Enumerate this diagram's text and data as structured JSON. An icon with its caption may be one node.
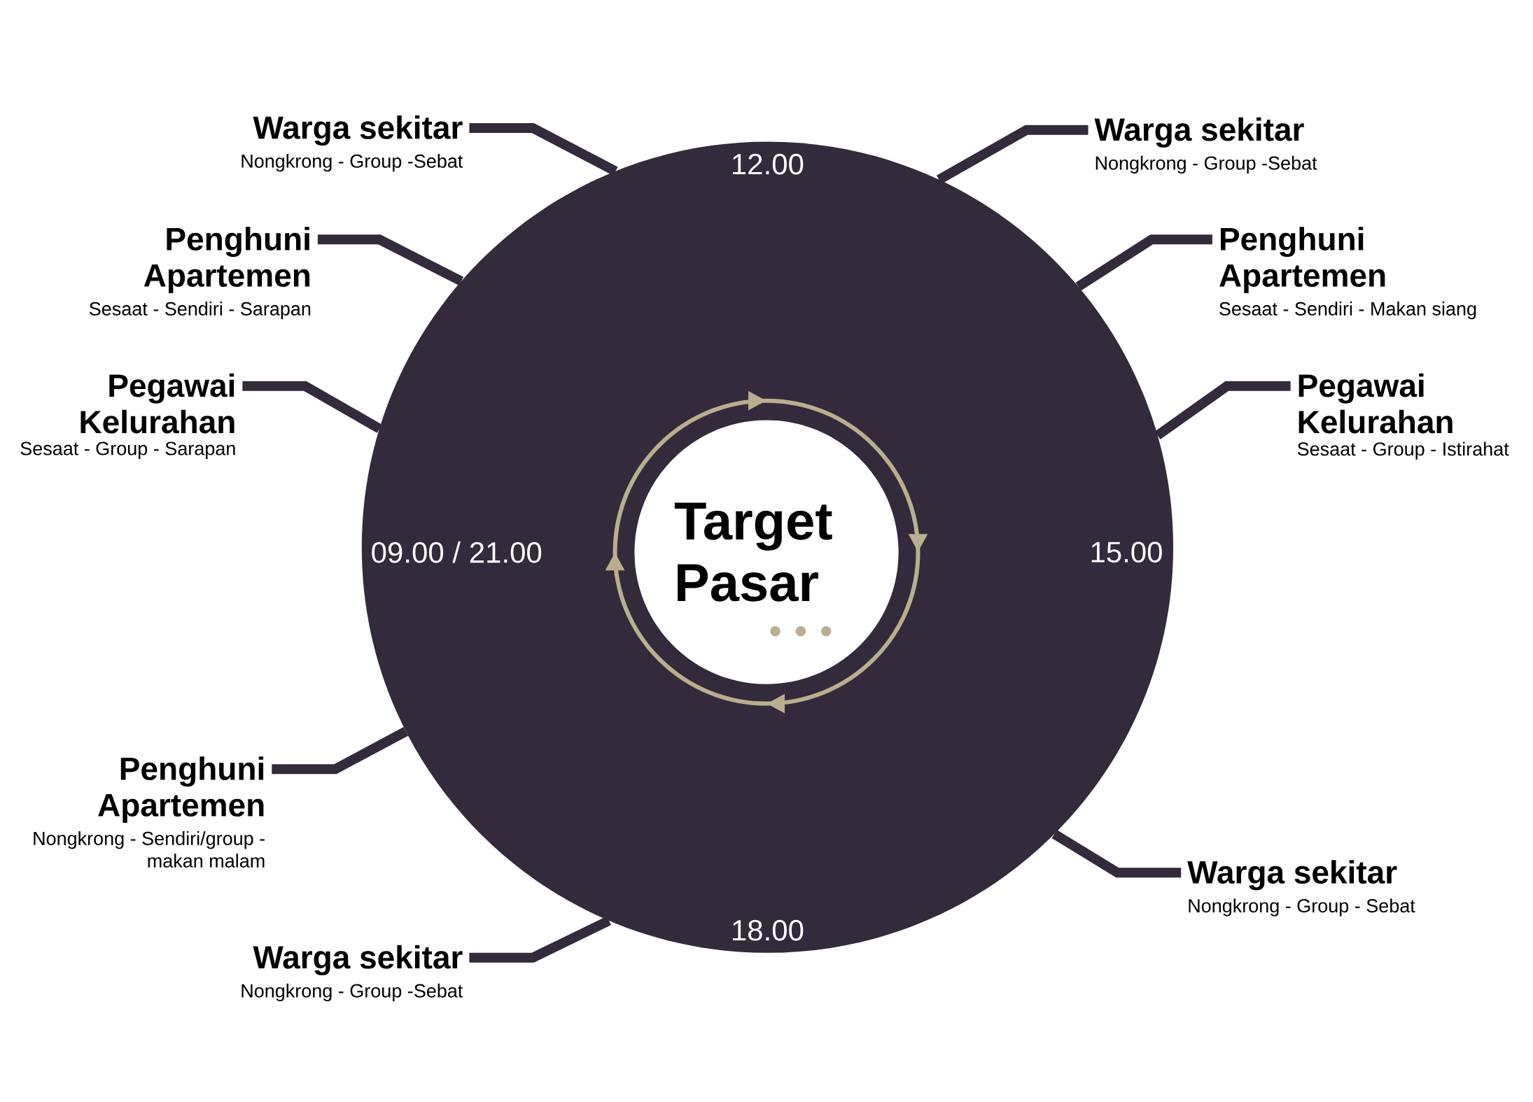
{
  "diagram": {
    "nodes": [
      {
        "text": [
          "12.00",
          "09.00 / 21.00",
          "15.00",
          "18.00"
        ]
      },
      {
        "text": [
          "Target Pasar"
        ],
        "in": 0
      },
      {
        "text": [
          "Warga sekitar",
          "Nongkrong - Group -Sebat"
        ]
      },
      {
        "text": [
          "Warga sekitar",
          "Nongkrong - Group -Sebat"
        ]
      },
      {
        "text": [
          "Penghuni Apartemen",
          "Sesaat - Sendiri - Sarapan"
        ]
      },
      {
        "text": [
          "Penghuni Apartemen",
          "Sesaat - Sendiri - Makan siang"
        ]
      },
      {
        "text": [
          "Pegawai Kelurahan",
          "Sesaat - Group - Sarapan"
        ]
      },
      {
        "text": [
          "Pegawai Kelurahan",
          "Sesaat - Group - Istirahat"
        ]
      },
      {
        "text": [
          "Penghuni Apartemen",
          "Nongkrong - Sendiri/group - makan malam"
        ]
      },
      {
        "text": [
          "Warga sekitar",
          "Nongkrong - Group - Sebat"
        ]
      },
      {
        "text": [
          "Warga sekitar",
          "Nongkrong - Group -Sebat"
        ]
      }
    ],
    "edges": [
      {
        "from": 2,
        "to": 0,
        "arrow": "none"
      },
      {
        "from": 3,
        "to": 0,
        "arrow": "none"
      },
      {
        "from": 4,
        "to": 0,
        "arrow": "none"
      },
      {
        "from": 5,
        "to": 0,
        "arrow": "none"
      },
      {
        "from": 6,
        "to": 0,
        "arrow": "none"
      },
      {
        "from": 7,
        "to": 0,
        "arrow": "none"
      },
      {
        "from": 8,
        "to": 0,
        "arrow": "none"
      },
      {
        "from": 9,
        "to": 0,
        "arrow": "none"
      },
      {
        "from": 10,
        "to": 0,
        "arrow": "none"
      }
    ]
  }
}
